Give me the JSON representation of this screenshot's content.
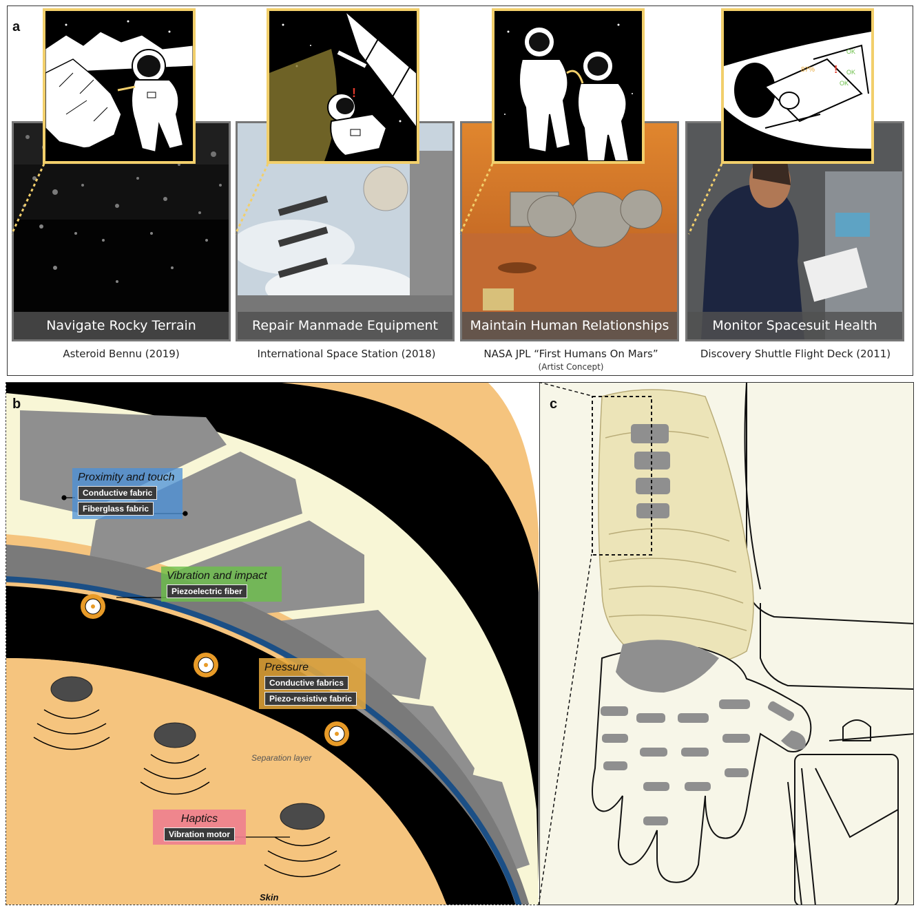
{
  "panel_labels": {
    "a": "a",
    "b": "b",
    "c": "c"
  },
  "scenarios": [
    {
      "title": "Navigate Rocky Terrain",
      "caption": "Asteroid Bennu (2019)",
      "subcaption": ""
    },
    {
      "title": "Repair Manmade Equipment",
      "caption": "International Space Station (2018)",
      "subcaption": ""
    },
    {
      "title": "Maintain Human Relationships",
      "caption": "NASA JPL “First Humans On Mars”",
      "subcaption": "(Artist Concept)"
    },
    {
      "title": "Monitor Spacesuit Health",
      "caption": "Discovery Shuttle Flight Deck (2011)",
      "subcaption": ""
    }
  ],
  "inset4_text": {
    "percent": "87%",
    "ok1": "OK",
    "ok2": "OK",
    "ok3": "OK",
    "alert": "!"
  },
  "panel_b": {
    "proximity": {
      "title": "Proximity and touch",
      "chip1": "Conductive fabric",
      "chip2": "Fiberglass fabric"
    },
    "vibration": {
      "title": "Vibration and impact",
      "chip1": "Piezoelectric fiber"
    },
    "pressure": {
      "title": "Pressure",
      "chip1": "Conductive fabrics",
      "chip2": "Piezo-resistive fabric"
    },
    "haptics": {
      "title": "Haptics",
      "chip1": "Vibration motor"
    },
    "separation": "Separation layer",
    "skin": "Skin"
  },
  "colors": {
    "gold": "#f2cf6b",
    "skin": "#f5c47e",
    "cream": "#f8f6d6",
    "blue_label": "#4a90d9",
    "green_label": "#6cbf4a",
    "orange_label": "#e8a83a",
    "pink_label": "#ee7f8f",
    "panel_c_bg": "#f7f6e8",
    "glove": "#ece4b8"
  }
}
